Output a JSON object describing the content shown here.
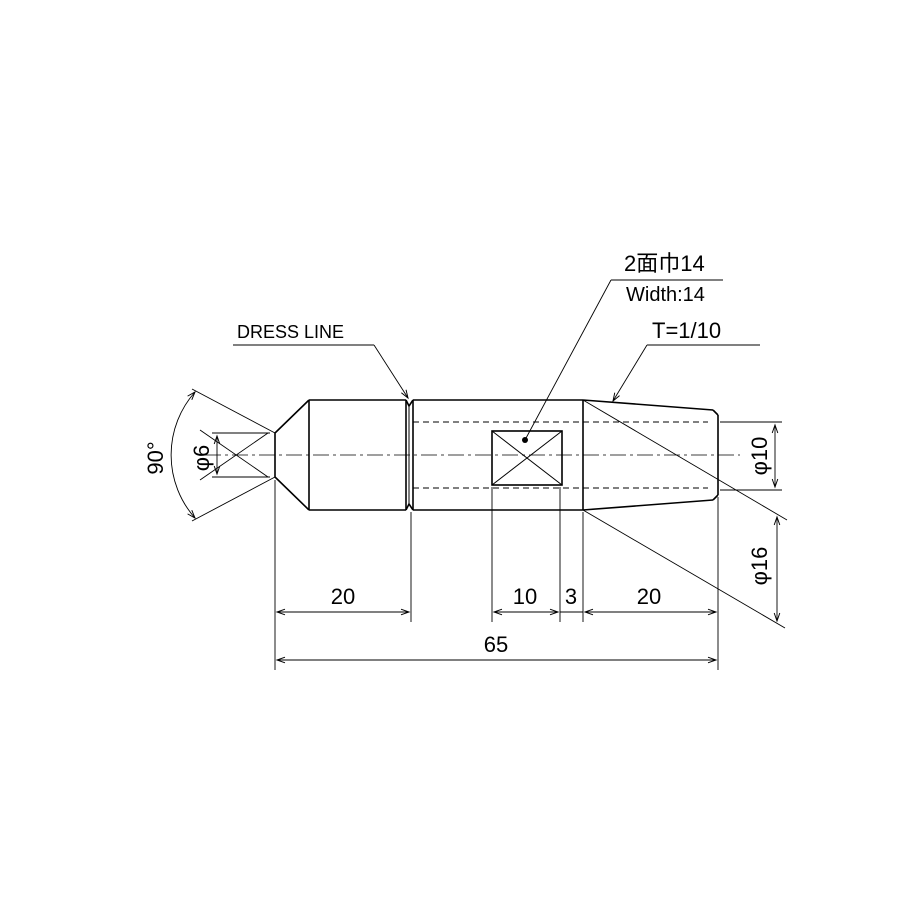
{
  "notes": {
    "dress_line": "DRESS LINE",
    "width_jp": "2面巾14",
    "width_en": "Width:14",
    "taper": "T=1/10"
  },
  "dimensions": {
    "angle": "90°",
    "dia_tip": "φ6",
    "dia_end": "φ10",
    "dia_body": "φ16",
    "len_tip": "20",
    "len_flat": "10",
    "len_gap": "3",
    "len_taper": "20",
    "len_total": "65"
  }
}
